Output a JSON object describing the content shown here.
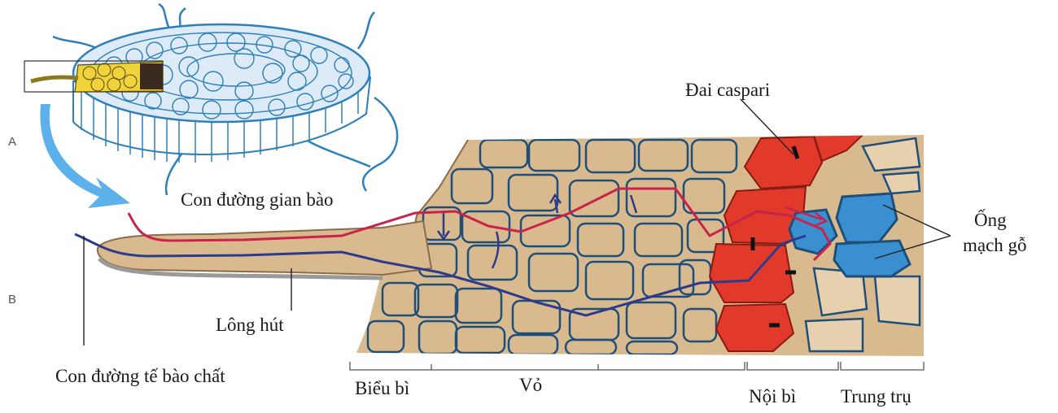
{
  "panels": {
    "a": "A",
    "b": "B"
  },
  "labels": {
    "apoplast": "Con đường gian bào",
    "symplast": "Con đường tế bào chất",
    "root_hair": "Lông hút",
    "casparian": "Đai caspari",
    "xylem_line1": "Ống",
    "xylem_line2": "mạch gỗ"
  },
  "zones": {
    "epidermis": "Biểu bì",
    "cortex": "Vỏ",
    "endodermis": "Nội bì",
    "stele": "Trung trụ"
  },
  "colors": {
    "cell_fill": "#d9b98e",
    "cell_wall": "#1e4f7a",
    "endodermis": "#e23a2a",
    "xylem": "#3a8fd0",
    "apoplast_path": "#c8234a",
    "symplast_path": "#2e3a8c",
    "arrow": "#4aa8e8",
    "root_section": "#2f7fb8",
    "section_core": "#f0d23a"
  }
}
